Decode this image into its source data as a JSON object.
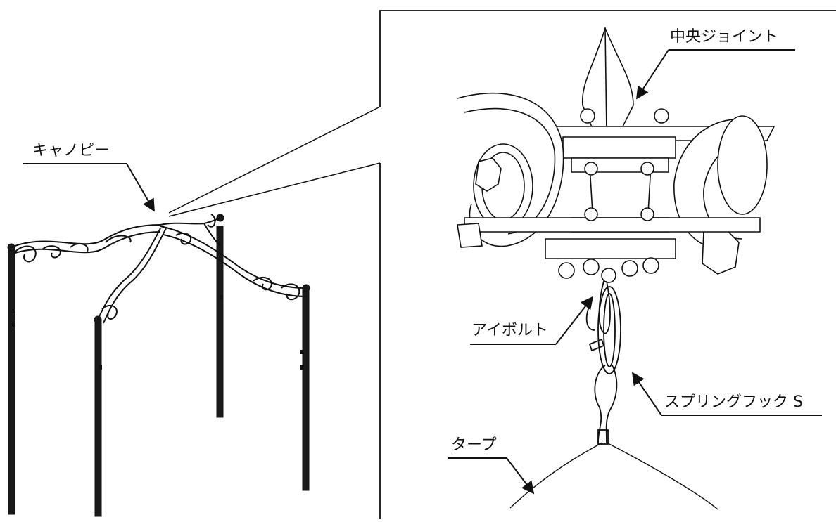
{
  "labels": {
    "canopy": "キャノピー",
    "center_joint": "中央ジョイント",
    "eye_bolt": "アイボルト",
    "spring_hook": "スプリングフック S",
    "tarp": "タープ"
  },
  "colors": {
    "line": "#111111",
    "frame": "#1a1a1a",
    "background": "#ffffff"
  }
}
